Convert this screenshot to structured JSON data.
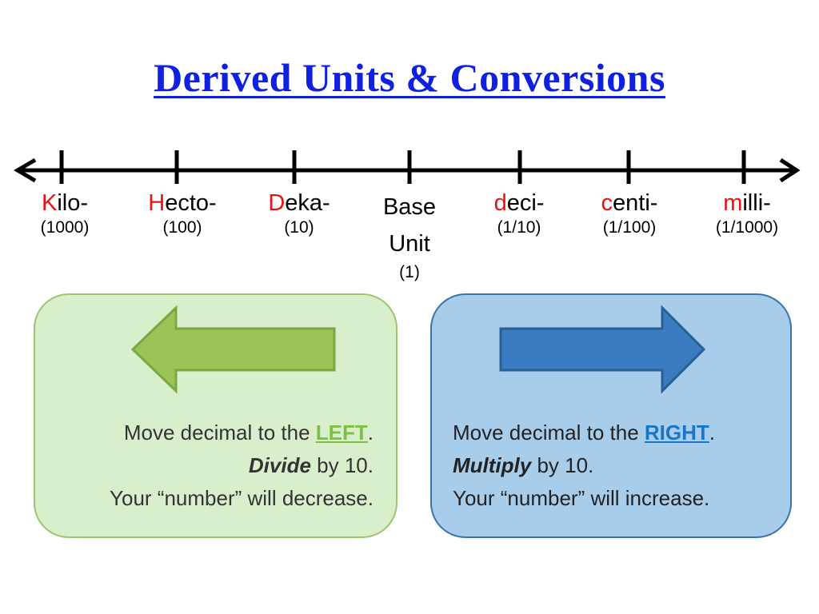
{
  "title": "Derived Units & Conversions",
  "number_line": {
    "prefixes": [
      {
        "initial": "K",
        "rest": "ilo-",
        "factor": "(1000)"
      },
      {
        "initial": "H",
        "rest": "ecto-",
        "factor": "(100)"
      },
      {
        "initial": "D",
        "rest": "eka-",
        "factor": "(10)"
      },
      {
        "initial": "",
        "rest": "Base Unit",
        "factor": "(1)"
      },
      {
        "initial": "d",
        "rest": "eci-",
        "factor": "(1/10)"
      },
      {
        "initial": "c",
        "rest": "enti-",
        "factor": "(1/100)"
      },
      {
        "initial": "m",
        "rest": "illi-",
        "factor": "(1/1000)"
      }
    ]
  },
  "left_box": {
    "line1_pre": "Move decimal to the ",
    "line1_kw": "LEFT",
    "line1_post": ".",
    "line2_emph": "Divide",
    "line2_rest": " by 10.",
    "line3": "Your “number” will decrease.",
    "arrow_direction": "left",
    "fill_color": "#d9eeca",
    "arrow_color": "#9bc356"
  },
  "right_box": {
    "line1_pre": "Move decimal to the ",
    "line1_kw": "RIGHT",
    "line1_post": ".",
    "line2_emph": "Multiply",
    "line2_rest": " by 10.",
    "line3": "Your “number” will increase.",
    "arrow_direction": "right",
    "fill_color": "#a8cdea",
    "arrow_color": "#3a7cc1"
  },
  "colors": {
    "title": "#1020e0",
    "prefix_initial": "#e81212",
    "left_keyword": "#7cc046",
    "right_keyword": "#1776c9"
  }
}
